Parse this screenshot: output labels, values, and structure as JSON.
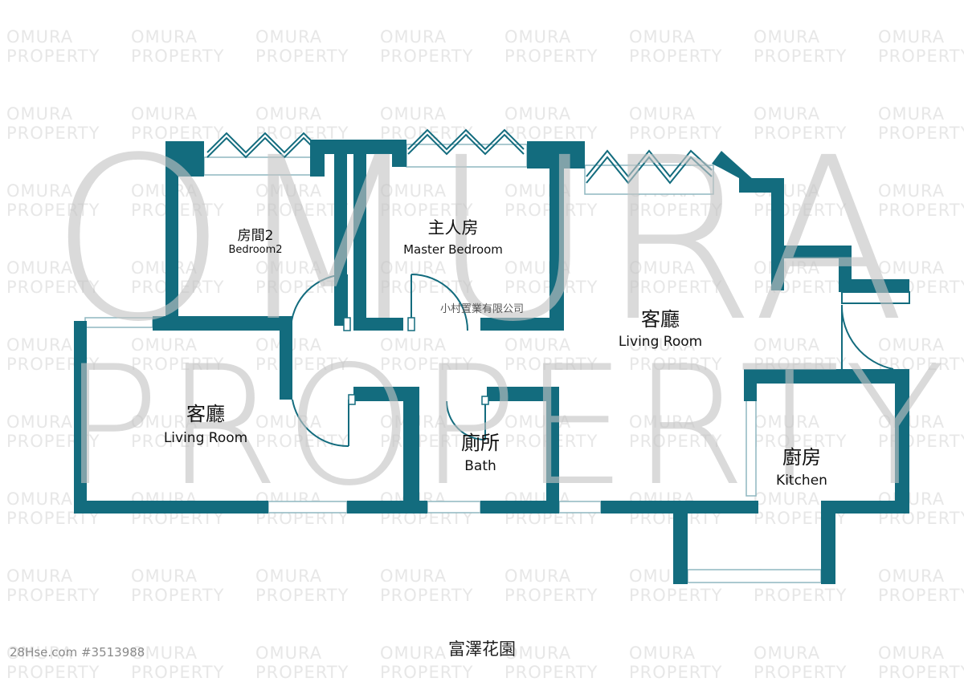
{
  "watermark": {
    "line1": "OMURA",
    "line2": "PROPERTY"
  },
  "wall_color": "#136c7e",
  "rooms": {
    "bedroom2": {
      "zh": "房間2",
      "en": "Bedroom2"
    },
    "master_bedroom": {
      "zh": "主人房",
      "en": "Master Bedroom"
    },
    "living_room_right": {
      "zh": "客廳",
      "en": "Living Room"
    },
    "living_room_left": {
      "zh": "客廳",
      "en": "Living Room"
    },
    "bath": {
      "zh": "廁所",
      "en": "Bath"
    },
    "kitchen": {
      "zh": "廚房",
      "en": "Kitchen"
    }
  },
  "agency_name": "小村置業有限公司",
  "estate_name": "富澤花園",
  "listing_id": "28Hse.com #3513988"
}
